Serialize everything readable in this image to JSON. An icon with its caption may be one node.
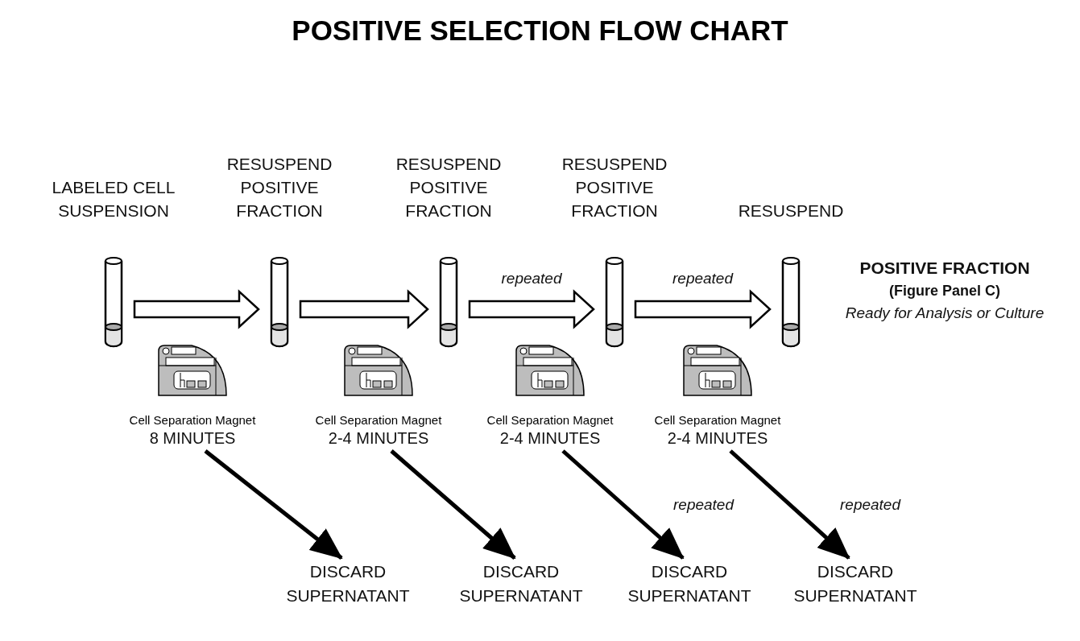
{
  "diagram": {
    "title": "POSITIVE SELECTION FLOW CHART",
    "nodes": [
      {
        "text": [
          "LABELED CELL SUSPENSION"
        ]
      },
      {
        "text": [
          "RESUSPEND POSITIVE FRACTION"
        ]
      },
      {
        "text": [
          "RESUSPEND POSITIVE FRACTION"
        ]
      },
      {
        "text": [
          "RESUSPEND POSITIVE FRACTION"
        ]
      },
      {
        "text": [
          "RESUSPEND"
        ],
        "beside": [
          "POSITIVE FRACTION",
          "(Figure Panel C)",
          "Ready for Analysis or Culture"
        ]
      },
      {
        "text": [
          "Cell Separation Magnet",
          "8 MINUTES"
        ]
      },
      {
        "text": [
          "Cell Separation Magnet",
          "2-4 MINUTES"
        ]
      },
      {
        "text": [
          "Cell Separation Magnet",
          "2-4 MINUTES"
        ]
      },
      {
        "text": [
          "Cell Separation Magnet",
          "2-4 MINUTES"
        ]
      },
      {
        "text": [
          "DISCARD SUPERNATANT"
        ]
      },
      {
        "text": [
          "DISCARD SUPERNATANT"
        ]
      },
      {
        "text": [
          "DISCARD SUPERNATANT"
        ]
      },
      {
        "text": [
          "DISCARD SUPERNATANT"
        ]
      }
    ],
    "edges": [
      {
        "from": 0,
        "to": 1,
        "arrow": "to"
      },
      {
        "from": 1,
        "to": 2,
        "arrow": "to"
      },
      {
        "from": 2,
        "to": 3,
        "arrow": "to",
        "label": "repeated"
      },
      {
        "from": 3,
        "to": 4,
        "arrow": "to",
        "label": "repeated"
      },
      {
        "from": 5,
        "to": 9,
        "arrow": "to"
      },
      {
        "from": 6,
        "to": 10,
        "arrow": "to"
      },
      {
        "from": 7,
        "to": 11,
        "arrow": "to",
        "label": "repeated"
      },
      {
        "from": 8,
        "to": 12,
        "arrow": "to",
        "label": "repeated"
      }
    ]
  }
}
